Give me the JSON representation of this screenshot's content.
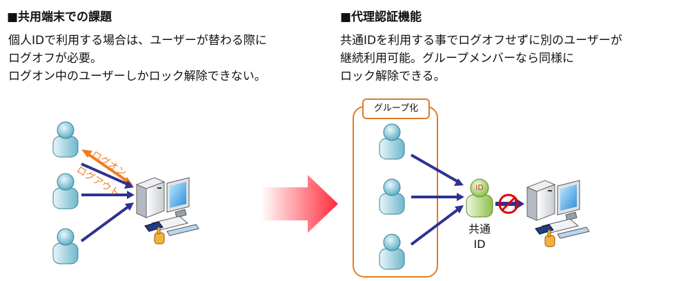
{
  "left": {
    "heading": "■共用端末での課題",
    "lines": [
      "個人IDで利用する場合は、ユーザーが替わる際に",
      "ログオフが必要。",
      "ログオン中のユーザーしかロック解除できない。"
    ],
    "logon_label": "ログオン",
    "logout_label": "ログアウト"
  },
  "right": {
    "heading": "■代理認証機能",
    "lines": [
      "共通IDを利用する事でログオフせずに別のユーザーが",
      "継続利用可能。グループメンバーなら同様に",
      "ロック解除できる。"
    ],
    "group_label": "グループ化",
    "shared_id_line1": "共通",
    "shared_id_line2": "ID",
    "badge_text": "ID"
  },
  "colors": {
    "arrow": "#2e3192",
    "orange": "#ef7d22",
    "group_border": "#e07b22",
    "prohibit": "#e00000"
  }
}
